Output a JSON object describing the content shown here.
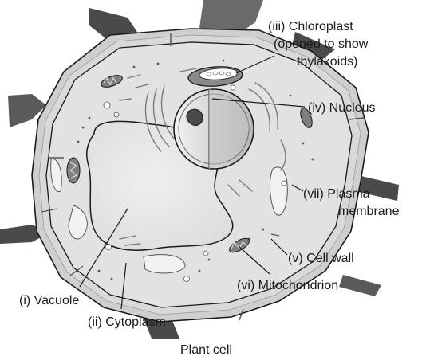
{
  "caption": "Plant cell",
  "labels": {
    "chloroplast": [
      "(iii) Chloroplast",
      "(opened to show",
      "thylakoids)"
    ],
    "nucleus": "(iv) Nucleus",
    "plasma_membrane": [
      "(vii) Plasma",
      "membrane"
    ],
    "cell_wall": "(v) Cell wall",
    "mitochondrion": "(vi) Mitochondrion",
    "vacuole": "(i) Vacuole",
    "cytoplasm": "(ii) Cytoplasm"
  },
  "colors": {
    "cell_wall_fill": "#c9c9c9",
    "intercellular_space": "#4a4a4a",
    "cytoplasm": "#e4e4e4",
    "vacuole": "#e9e9e9",
    "organelle": "#8a8a8a",
    "nucleus": "#d8d8d8",
    "outline": "#1a1a1a"
  }
}
